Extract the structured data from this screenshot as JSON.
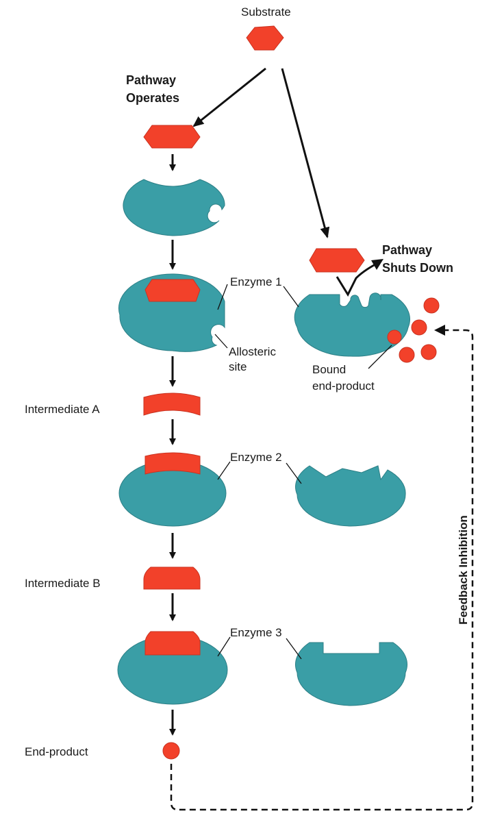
{
  "labels": {
    "substrate": "Substrate",
    "pathway_operates_1": "Pathway",
    "pathway_operates_2": "Operates",
    "pathway_shuts_1": "Pathway",
    "pathway_shuts_2": "Shuts Down",
    "enzyme1": "Enzyme 1",
    "enzyme2": "Enzyme 2",
    "enzyme3": "Enzyme 3",
    "allosteric_1": "Allosteric",
    "allosteric_2": "site",
    "bound_1": "Bound",
    "bound_2": "end-product",
    "intermediate_a": "Intermediate A",
    "intermediate_b": "Intermediate B",
    "end_product": "End-product",
    "feedback": "Feedback Inhibition"
  },
  "colors": {
    "enzyme": "#3a9ea6",
    "enzyme_edge": "#2c7f86",
    "substrate": "#f2412a",
    "substrate_edge": "#c93220",
    "arrow": "#111111"
  }
}
